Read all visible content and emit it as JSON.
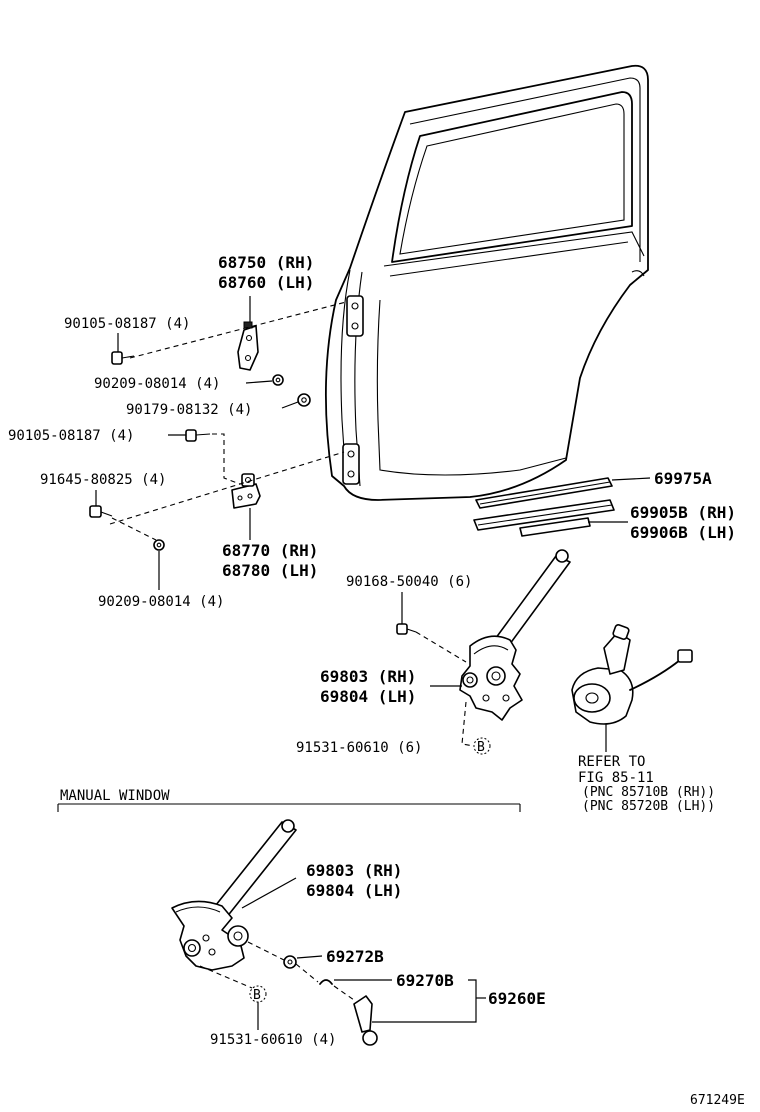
{
  "callouts": {
    "hinge_upper_rh": "68750 (RH)",
    "hinge_upper_lh": "68760 (LH)",
    "bolt_upper": "90105-08187 (4)",
    "washer_upper": "90209-08014 (4)",
    "nut_upper": "90179-08132 (4)",
    "bolt_mid": "90105-08187 (4)",
    "bolt_lower": "91645-80825 (4)",
    "hinge_lower_rh": "68770 (RH)",
    "hinge_lower_lh": "68780 (LH)",
    "washer_lower": "90209-08014 (4)",
    "weatherstrip": "69975A",
    "belt_rh": "69905B (RH)",
    "belt_lh": "69906B (LH)",
    "screw_power": "90168-50040 (6)",
    "regulator_power_rh": "69803 (RH)",
    "regulator_power_lh": "69804 (LH)",
    "bolt_power_regulator": "91531-60610 (6)",
    "refer_line1": "REFER TO",
    "refer_line2": "FIG 85-11",
    "pnc_rh": "(PNC 85710B (RH))",
    "pnc_lh": "(PNC 85720B (LH))",
    "manual_window_title": "MANUAL WINDOW",
    "regulator_manual_rh": "69803 (RH)",
    "regulator_manual_lh": "69804 (LH)",
    "handle_plate": "69272B",
    "handle_clip": "69270B",
    "handle_assy": "69260E",
    "bolt_manual_regulator": "91531-60610 (4)",
    "marker_b": "B",
    "figure_code": "671249E"
  }
}
